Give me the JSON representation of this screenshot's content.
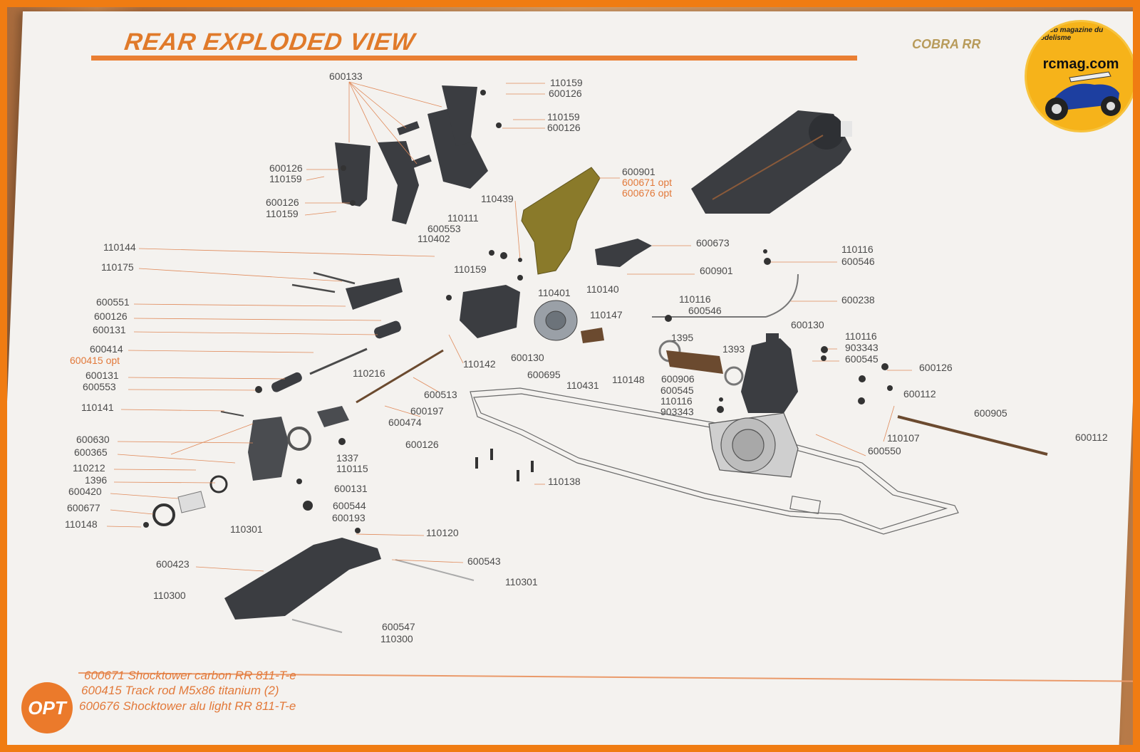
{
  "header": {
    "title": "REAR EXPLODED VIEW",
    "brand": "COBRA RR"
  },
  "logo": {
    "site": "rcmag.com",
    "tagline": "Le web magazine du modelisme"
  },
  "parts": [
    {
      "n": "600133",
      "opt": false
    },
    {
      "n": "110159",
      "opt": false
    },
    {
      "n": "600126",
      "opt": false
    },
    {
      "n": "110159",
      "opt": false
    },
    {
      "n": "600126",
      "opt": false
    },
    {
      "n": "600126",
      "opt": false
    },
    {
      "n": "110159",
      "opt": false
    },
    {
      "n": "600126",
      "opt": false
    },
    {
      "n": "110159",
      "opt": false
    },
    {
      "n": "600901",
      "opt": false
    },
    {
      "n": "600671 opt",
      "opt": true
    },
    {
      "n": "600676 opt",
      "opt": true
    },
    {
      "n": "110439",
      "opt": false
    },
    {
      "n": "110111",
      "opt": false
    },
    {
      "n": "600553",
      "opt": false
    },
    {
      "n": "110402",
      "opt": false
    },
    {
      "n": "600673",
      "opt": false
    },
    {
      "n": "110116",
      "opt": false
    },
    {
      "n": "600546",
      "opt": false
    },
    {
      "n": "110144",
      "opt": false
    },
    {
      "n": "110175",
      "opt": false
    },
    {
      "n": "110159",
      "opt": false
    },
    {
      "n": "600901",
      "opt": false
    },
    {
      "n": "110401",
      "opt": false
    },
    {
      "n": "110140",
      "opt": false
    },
    {
      "n": "600238",
      "opt": false
    },
    {
      "n": "600551",
      "opt": false
    },
    {
      "n": "600126",
      "opt": false
    },
    {
      "n": "600131",
      "opt": false
    },
    {
      "n": "110116",
      "opt": false
    },
    {
      "n": "600546",
      "opt": false
    },
    {
      "n": "110147",
      "opt": false
    },
    {
      "n": "600130",
      "opt": false
    },
    {
      "n": "110116",
      "opt": false
    },
    {
      "n": "1395",
      "opt": false
    },
    {
      "n": "903343",
      "opt": false
    },
    {
      "n": "600414",
      "opt": false
    },
    {
      "n": "600415 opt",
      "opt": true
    },
    {
      "n": "600130",
      "opt": false
    },
    {
      "n": "110142",
      "opt": false
    },
    {
      "n": "1393",
      "opt": false
    },
    {
      "n": "600545",
      "opt": false
    },
    {
      "n": "600126",
      "opt": false
    },
    {
      "n": "600131",
      "opt": false
    },
    {
      "n": "110216",
      "opt": false
    },
    {
      "n": "600695",
      "opt": false
    },
    {
      "n": "110148",
      "opt": false
    },
    {
      "n": "600906",
      "opt": false
    },
    {
      "n": "600553",
      "opt": false
    },
    {
      "n": "600513",
      "opt": false
    },
    {
      "n": "110431",
      "opt": false
    },
    {
      "n": "600545",
      "opt": false
    },
    {
      "n": "600112",
      "opt": false
    },
    {
      "n": "110141",
      "opt": false
    },
    {
      "n": "600197",
      "opt": false
    },
    {
      "n": "110116",
      "opt": false
    },
    {
      "n": "600474",
      "opt": false
    },
    {
      "n": "903343",
      "opt": false
    },
    {
      "n": "600905",
      "opt": false
    },
    {
      "n": "600630",
      "opt": false
    },
    {
      "n": "600126",
      "opt": false
    },
    {
      "n": "110107",
      "opt": false
    },
    {
      "n": "600112",
      "opt": false
    },
    {
      "n": "600365",
      "opt": false
    },
    {
      "n": "1337",
      "opt": false
    },
    {
      "n": "600550",
      "opt": false
    },
    {
      "n": "110212",
      "opt": false
    },
    {
      "n": "110115",
      "opt": false
    },
    {
      "n": "1396",
      "opt": false
    },
    {
      "n": "110138",
      "opt": false
    },
    {
      "n": "600420",
      "opt": false
    },
    {
      "n": "600131",
      "opt": false
    },
    {
      "n": "600677",
      "opt": false
    },
    {
      "n": "600544",
      "opt": false
    },
    {
      "n": "110148",
      "opt": false
    },
    {
      "n": "600193",
      "opt": false
    },
    {
      "n": "110301",
      "opt": false
    },
    {
      "n": "110120",
      "opt": false
    },
    {
      "n": "600423",
      "opt": false
    },
    {
      "n": "600543",
      "opt": false
    },
    {
      "n": "110301",
      "opt": false
    },
    {
      "n": "110300",
      "opt": false
    },
    {
      "n": "600547",
      "opt": false
    },
    {
      "n": "110300",
      "opt": false
    }
  ],
  "options": {
    "badge": "OPT",
    "lines": [
      "600671 Shocktower carbon RR 811-T-e",
      "600415 Track rod M5x86 titanium (2)",
      "600676 Shocktower alu light RR 811-T-e"
    ]
  },
  "colors": {
    "accent": "#ea7f33",
    "label": "#4b4b4b",
    "part": "#3b3d41",
    "gold": "#8a7a2a"
  }
}
